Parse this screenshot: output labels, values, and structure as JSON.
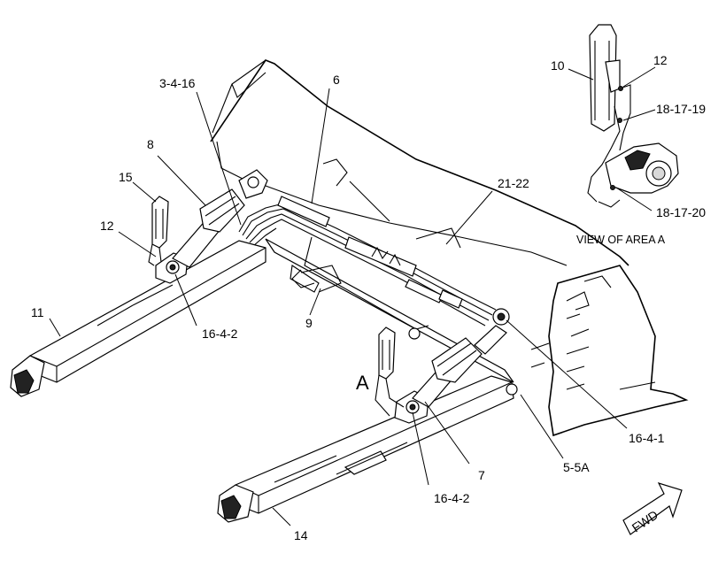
{
  "diagram": {
    "view_label": "VIEW OF AREA  A",
    "area_marker": "A",
    "fwd_label": "FWD",
    "callouts": {
      "c_3_4_16": "3-4-16",
      "c_6": "6",
      "c_8": "8",
      "c_15": "15",
      "c_12_left": "12",
      "c_11": "11",
      "c_16_4_2_left": "16-4-2",
      "c_9": "9",
      "c_21_22": "21-22",
      "c_10": "10",
      "c_12_inset": "12",
      "c_18_17_19": "18-17-19",
      "c_18_17_20": "18-17-20",
      "c_16_4_1": "16-4-1",
      "c_5_5a": "5-5A",
      "c_7": "7",
      "c_16_4_2_bottom": "16-4-2",
      "c_14": "14"
    }
  }
}
